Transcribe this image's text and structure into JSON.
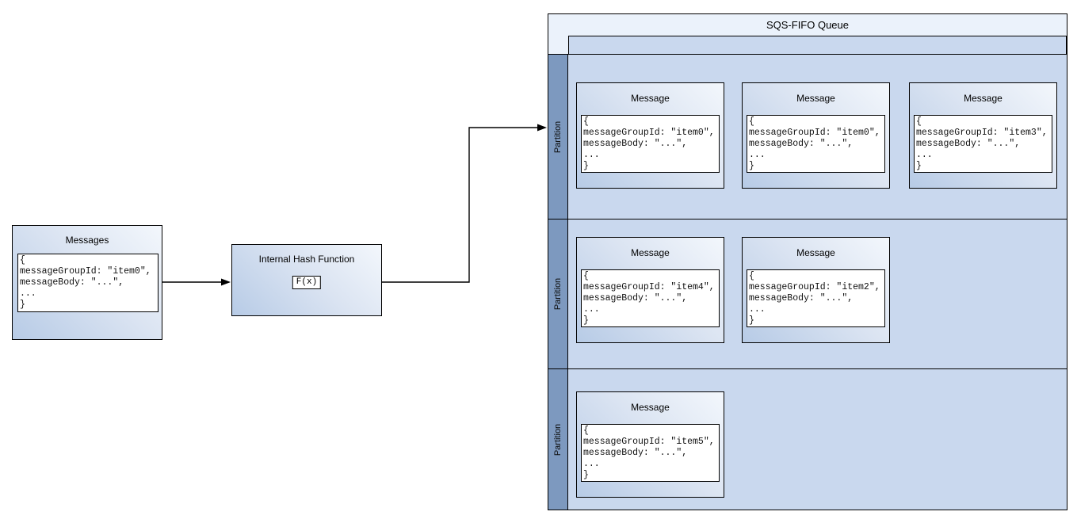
{
  "source": {
    "title": "Messages",
    "code": "{\nmessageGroupId: \"item0\",\nmessageBody: \"...\",\n...\n}"
  },
  "hash": {
    "title": "Internal Hash Function",
    "formula": "F(x)"
  },
  "queue": {
    "title": "SQS-FIFO Queue",
    "partitions": [
      {
        "label": "Partition",
        "messages": [
          {
            "title": "Message",
            "code": "{\nmessageGroupId: \"item0\",\nmessageBody: \"...\",\n...\n}"
          },
          {
            "title": "Message",
            "code": "{\nmessageGroupId: \"item0\",\nmessageBody: \"...\",\n...\n}"
          },
          {
            "title": "Message",
            "code": "{\nmessageGroupId: \"item3\",\nmessageBody: \"...\",\n...\n}"
          }
        ]
      },
      {
        "label": "Partition",
        "messages": [
          {
            "title": "Message",
            "code": "{\nmessageGroupId: \"item4\",\nmessageBody: \"...\",\n...\n}"
          },
          {
            "title": "Message",
            "code": "{\nmessageGroupId: \"item2\",\nmessageBody: \"...\",\n...\n}"
          }
        ]
      },
      {
        "label": "Partition",
        "messages": [
          {
            "title": "Message",
            "code": "{\nmessageGroupId: \"item5\",\nmessageBody: \"...\",\n...\n}"
          }
        ]
      }
    ]
  },
  "colors": {
    "queue_fill": "#ebf2fb",
    "lane_fill": "#c9d8ee",
    "partition_strip_fill": "#7d99bf",
    "node_gradient_start": "#b7cbe6",
    "node_gradient_end": "#f3f7fc",
    "border": "#000000",
    "code_background": "#ffffff"
  }
}
